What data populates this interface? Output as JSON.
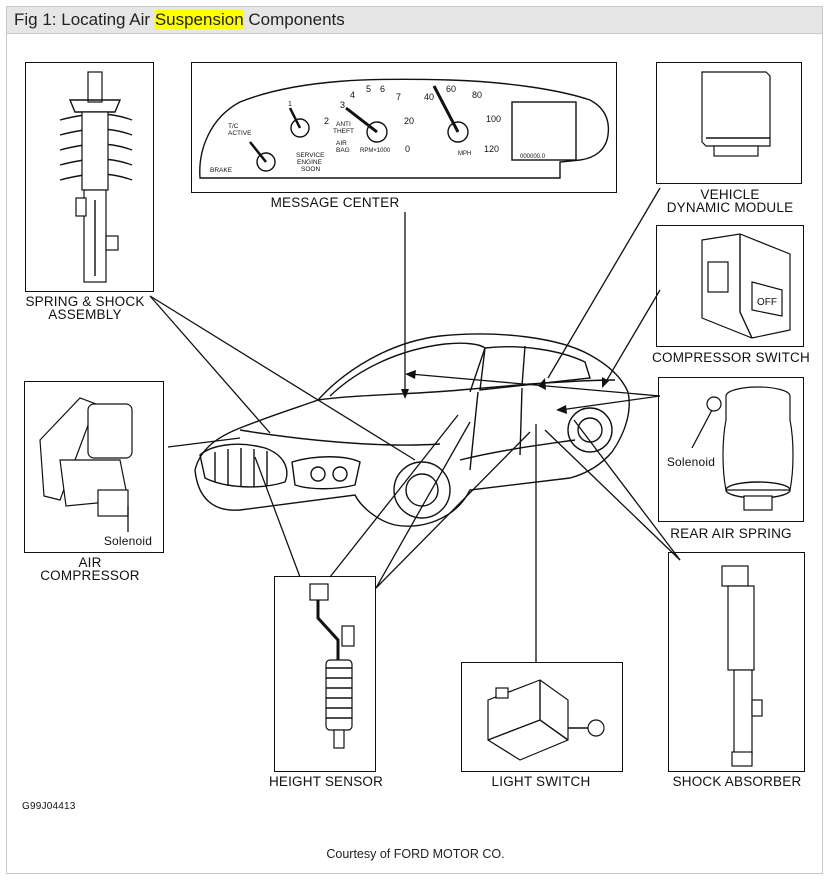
{
  "title": {
    "prefix": "Fig 1: Locating Air ",
    "highlight": "Suspension",
    "suffix": " Components"
  },
  "labels": {
    "spring_shock_1": "SPRING & SHOCK",
    "spring_shock_2": "ASSEMBLY",
    "message_center": "MESSAGE CENTER",
    "vdm_1": "VEHICLE",
    "vdm_2": "DYNAMIC MODULE",
    "compressor_switch": "COMPRESSOR SWITCH",
    "rear_solenoid": "Solenoid",
    "rear_air_spring": "REAR AIR SPRING",
    "air_solenoid": "Solenoid",
    "air_compressor_1": "AIR",
    "air_compressor_2": "COMPRESSOR",
    "height_sensor": "HEIGHT SENSOR",
    "light_switch": "LIGHT SWITCH",
    "shock_absorber": "SHOCK ABSORBER",
    "figure_id": "G99J04413",
    "switch_off": "OFF"
  },
  "cluster": {
    "tc_active_1": "T/C",
    "tc_active_2": "ACTIVE",
    "brake": "BRAKE",
    "anti_theft_1": "ANTI",
    "anti_theft_2": "THEFT",
    "air_bag_1": "AIR",
    "air_bag_2": "BAG",
    "service_1": "SERVICE",
    "service_2": "ENGINE",
    "service_3": "SOON",
    "rpm": "RPM×1000",
    "mph": "MPH",
    "odometer": "000000.0",
    "tach_0": "0",
    "tach_1": "1",
    "tach_2": "2",
    "tach_3": "3",
    "tach_4": "4",
    "tach_5": "5",
    "tach_6": "6",
    "tach_7": "7",
    "speed_20": "20",
    "speed_40": "40",
    "speed_60": "60",
    "speed_80": "80",
    "speed_100": "100",
    "speed_120": "120"
  },
  "credit": "Courtesy of FORD MOTOR CO."
}
